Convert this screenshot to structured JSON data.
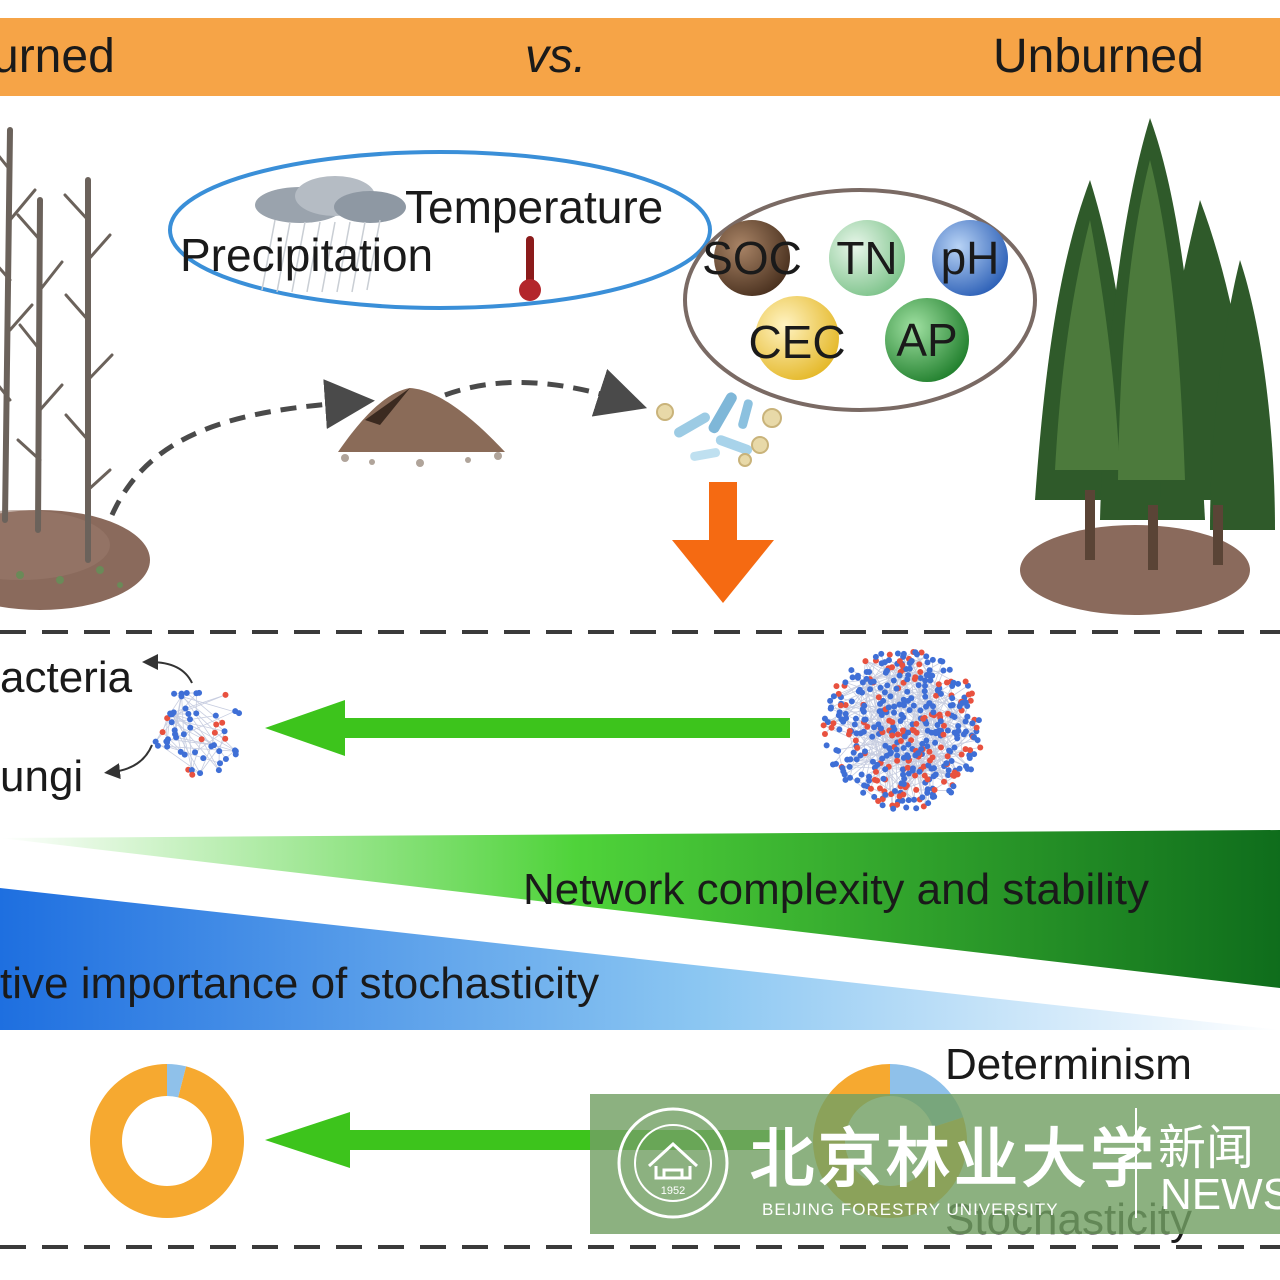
{
  "banner": {
    "left": "urned",
    "center": "vs.",
    "right": "Unburned"
  },
  "climate": {
    "temperature": "Temperature",
    "precipitation": "Precipitation"
  },
  "soil_properties": [
    {
      "label": "SOC",
      "color": "#6b4a35"
    },
    {
      "label": "TN",
      "color": "#a9d9b2"
    },
    {
      "label": "pH",
      "color": "#5b8fd6"
    },
    {
      "label": "CEC",
      "color": "#f2cf58"
    },
    {
      "label": "AP",
      "color": "#3aa24a"
    }
  ],
  "network": {
    "bacteria": "acteria",
    "fungi": "ungi"
  },
  "gradients": {
    "network_complexity": "Network complexity and stability",
    "stochasticity": "tive importance of stochasticity"
  },
  "assembly": {
    "determinism": "Determinism",
    "stochasticity": "Stochasticity",
    "burned_pie": {
      "stochasticity_fraction": 0.96,
      "determinism_fraction": 0.04
    },
    "unburned_pie": {
      "stochasticity_fraction": 0.8,
      "determinism_fraction": 0.2
    }
  },
  "watermark": {
    "chinese_name": "北京林业大学",
    "news_cn": "新闻",
    "english_name": "BEIJING FORESTRY UNIVERSITY",
    "news_en": "NEWS",
    "seal_year": "1952"
  },
  "colors": {
    "banner": "#f6a447",
    "arrow_orange": "#f56a12",
    "arrow_green": "#3dc41c",
    "bacteria_node": "#e8513f",
    "fungi_node": "#3f6fd6",
    "pie_stochastic": "#f6a930",
    "pie_deterministic": "#8fc1ea"
  }
}
